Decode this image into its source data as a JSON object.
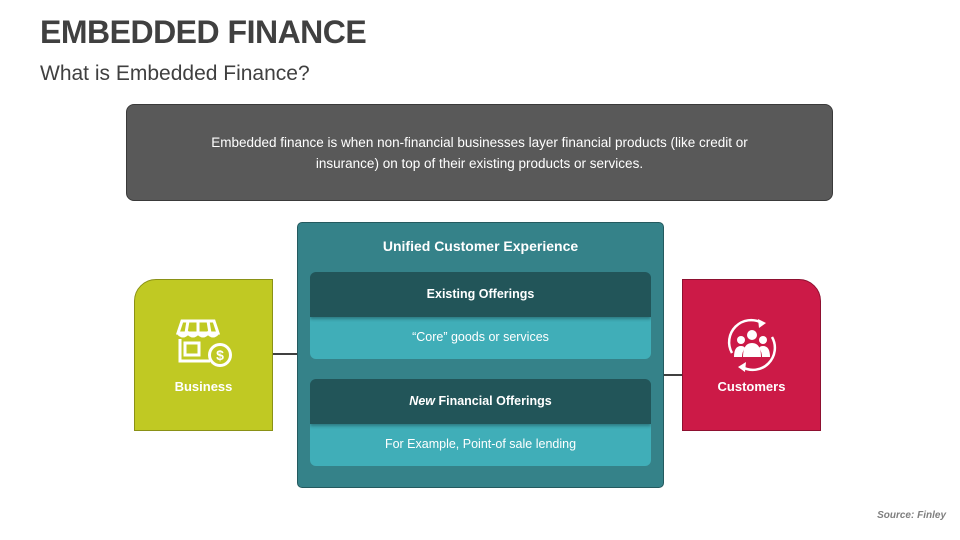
{
  "header": {
    "title": "EMBEDDED FINANCE",
    "subtitle": "What is Embedded Finance?"
  },
  "definition": {
    "text": "Embedded finance is when non-financial businesses layer financial products (like credit or insurance) on top of their existing products or services."
  },
  "diagram": {
    "left": {
      "label": "Business",
      "icon": "storefront-dollar-icon",
      "color": "#c0c923"
    },
    "right": {
      "label": "Customers",
      "icon": "customers-cycle-icon",
      "color": "#cc1a47"
    },
    "center": {
      "title": "Unified Customer Experience",
      "color": "#358289",
      "cards": [
        {
          "head_emphasis": "",
          "head": "Existing Offerings",
          "body": "“Core” goods or services"
        },
        {
          "head_emphasis": "New",
          "head": " Financial Offerings",
          "body": "For Example, Point-of sale lending"
        }
      ]
    }
  },
  "footer": {
    "source": "Source: Finley"
  }
}
